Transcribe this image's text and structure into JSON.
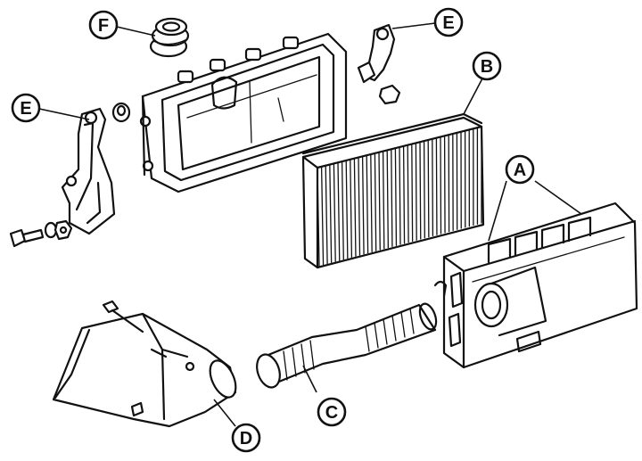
{
  "callouts": {
    "A": "A",
    "B": "B",
    "C": "C",
    "D": "D",
    "E_left": "E",
    "E_right": "E",
    "F": "F"
  }
}
